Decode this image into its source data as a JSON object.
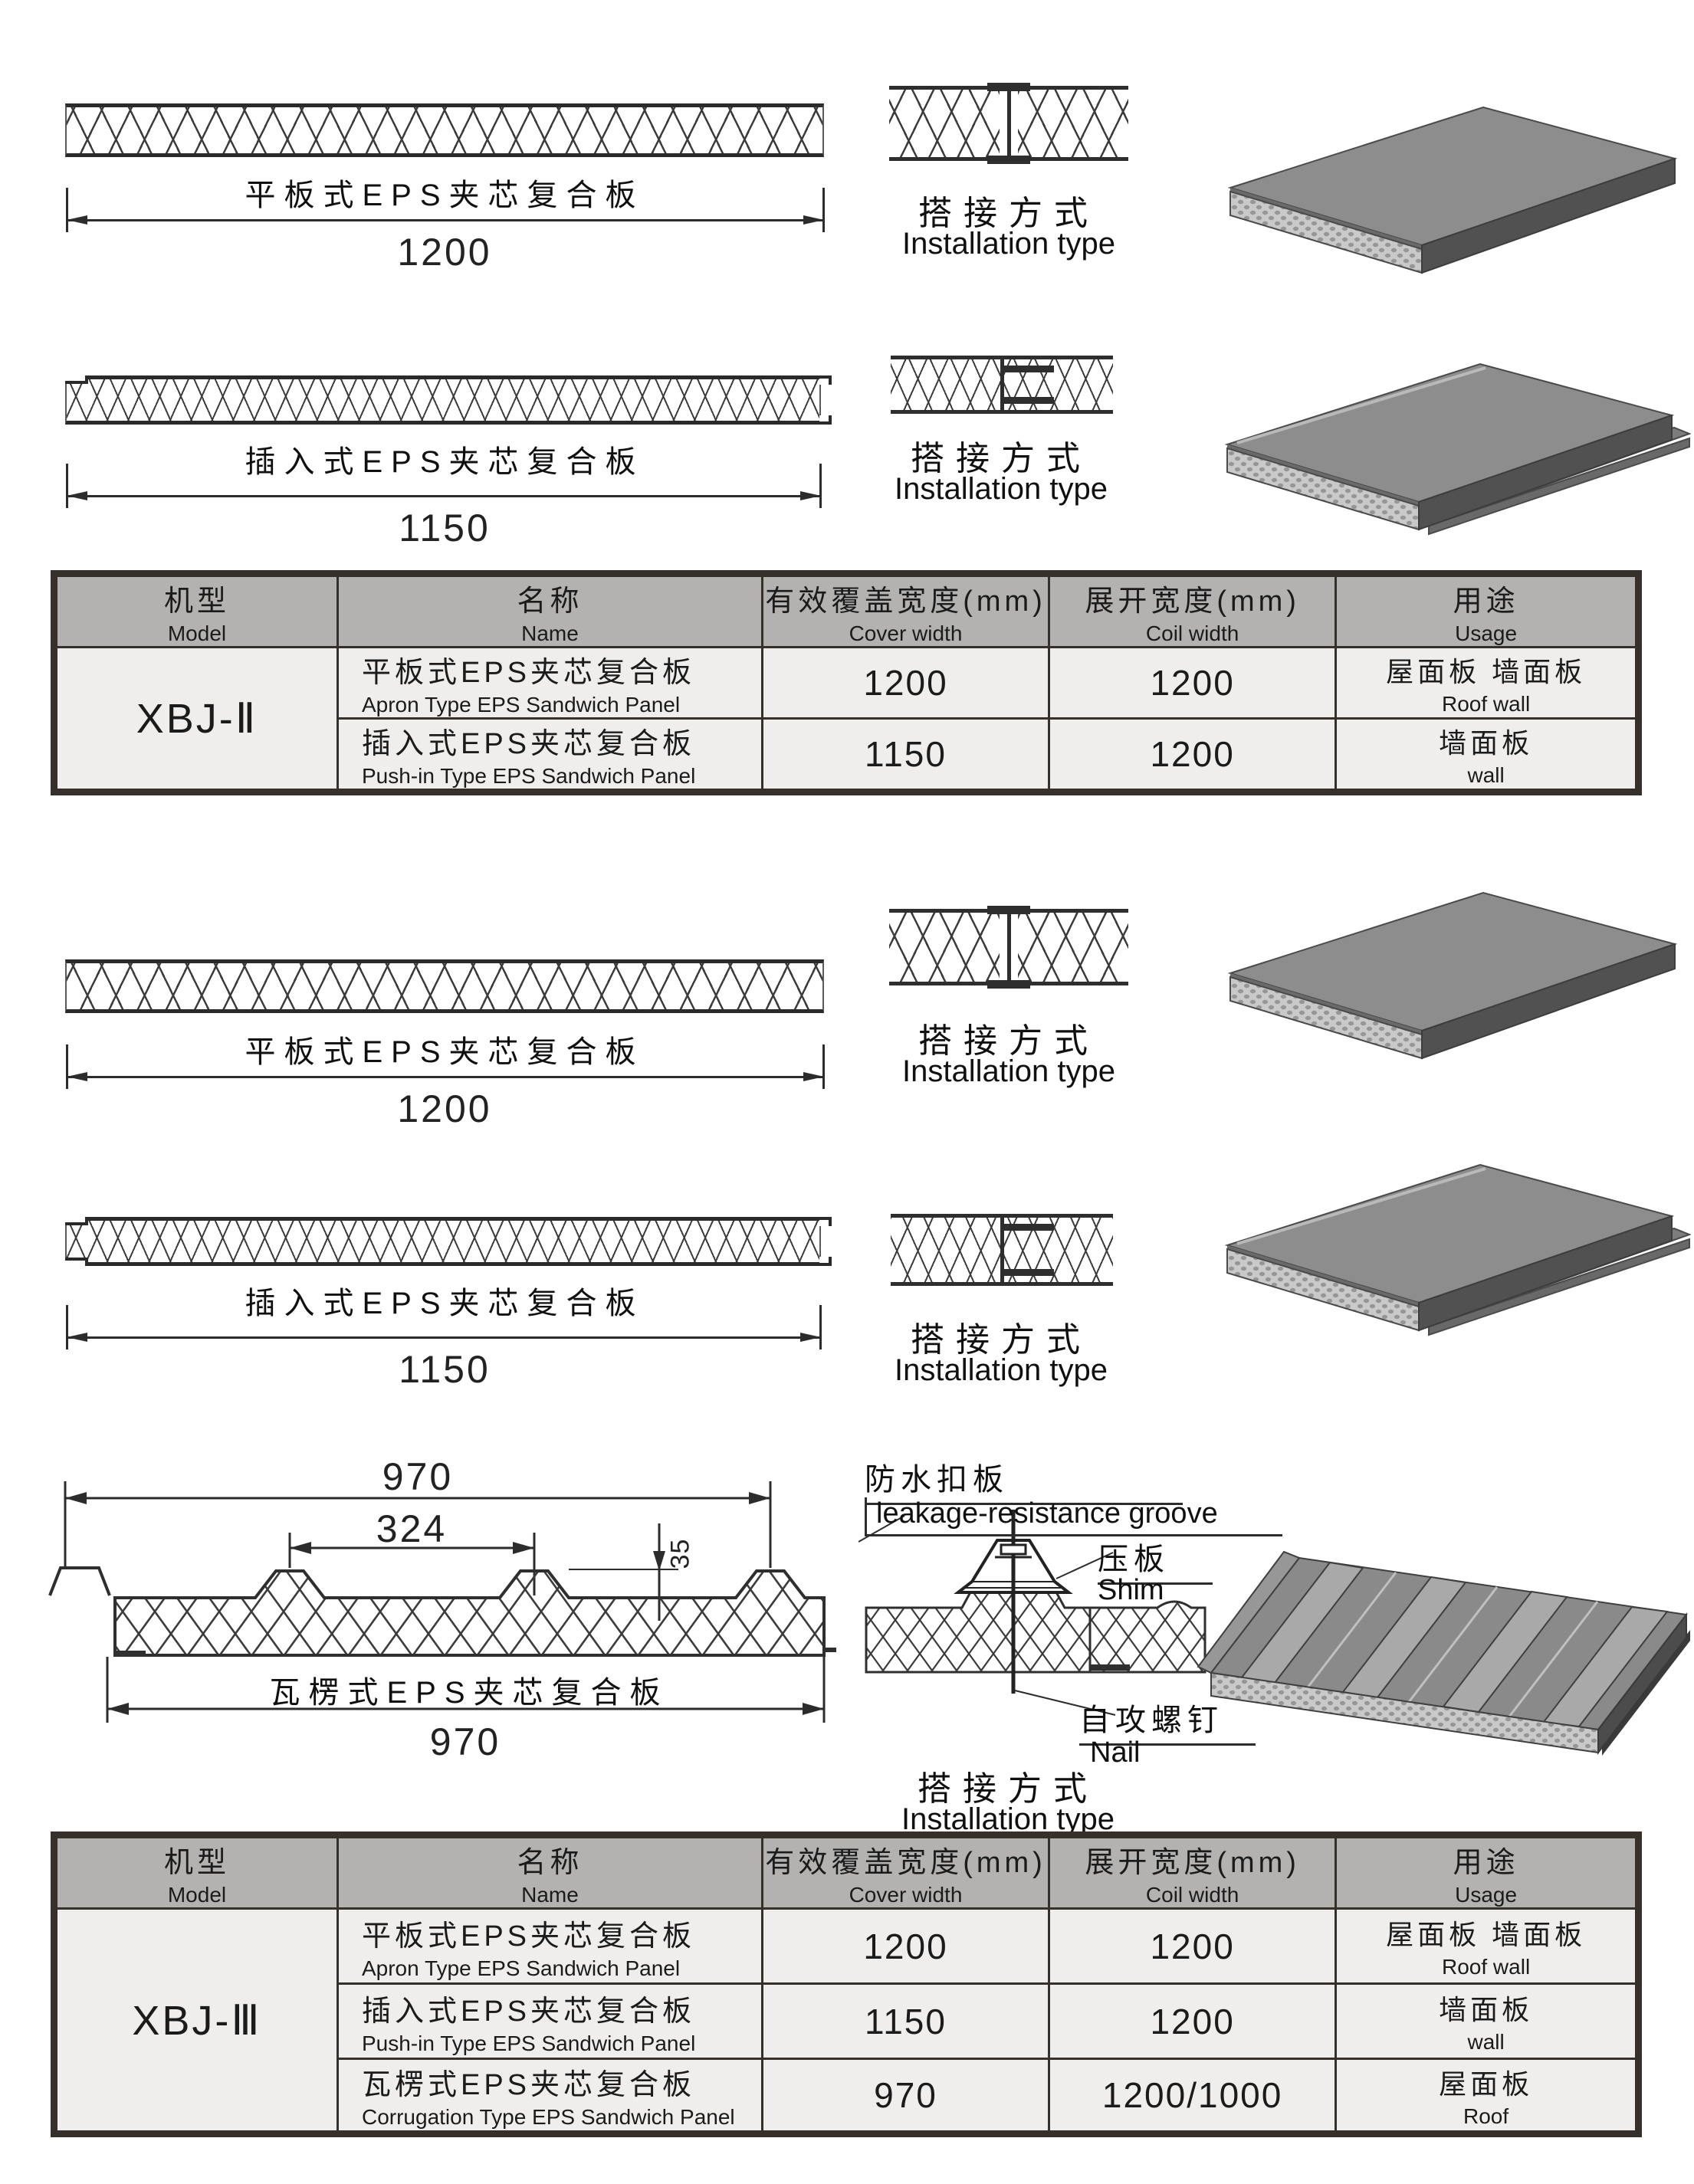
{
  "colors": {
    "line": "#2f2f2f",
    "table_border": "#36302a",
    "table_header_bg": "#b3b2b0",
    "table_row_bg": "#efeeec",
    "panel_top": "#8d8d8d",
    "panel_side": "#515151",
    "foam_bg": "#c9c9c9",
    "foam_dot": "#969696"
  },
  "sections": [
    {
      "panel_label": "平板式EPS夹芯复合板",
      "dimension": "1200",
      "install_caption_zh": "搭接方式",
      "install_caption_en": "Installation type"
    },
    {
      "panel_label": "插入式EPS夹芯复合板",
      "dimension": "1150",
      "install_caption_zh": "搭接方式",
      "install_caption_en": "Installation type"
    },
    {
      "panel_label": "平板式EPS夹芯复合板",
      "dimension": "1200",
      "install_caption_zh": "搭接方式",
      "install_caption_en": "Installation type"
    },
    {
      "panel_label": "插入式EPS夹芯复合板",
      "dimension": "1150",
      "install_caption_zh": "搭接方式",
      "install_caption_en": "Installation type"
    },
    {
      "panel_label": "瓦楞式EPS夹芯复合板",
      "dim_top": "970",
      "dim_inner": "324",
      "dim_height": "35",
      "dim_bottom": "970",
      "install_caption_zh": "搭接方式",
      "install_caption_en": "Installation type",
      "callouts": {
        "groove_zh": "防水扣板",
        "groove_en": "leakage-resistance groove",
        "shim_zh": "压板",
        "shim_en": "Shim",
        "nail_zh": "自攻螺钉",
        "nail_en": "Nail"
      }
    }
  ],
  "tables": [
    {
      "model": "XBJ-Ⅱ",
      "headers": [
        {
          "zh": "机型",
          "en": "Model"
        },
        {
          "zh": "名称",
          "en": "Name"
        },
        {
          "zh": "有效覆盖宽度(mm)",
          "en": "Cover width"
        },
        {
          "zh": "展开宽度(mm)",
          "en": "Coil width"
        },
        {
          "zh": "用途",
          "en": "Usage"
        }
      ],
      "rows": [
        {
          "name_zh": "平板式EPS夹芯复合板",
          "name_en": "Apron Type EPS Sandwich Panel",
          "cover_width": "1200",
          "coil_width": "1200",
          "usage_zh": "屋面板 墙面板",
          "usage_en": "Roof  wall"
        },
        {
          "name_zh": "插入式EPS夹芯复合板",
          "name_en": "Push-in Type EPS Sandwich Panel",
          "cover_width": "1150",
          "coil_width": "1200",
          "usage_zh": "墙面板",
          "usage_en": "wall"
        }
      ]
    },
    {
      "model": "XBJ-Ⅲ",
      "headers": [
        {
          "zh": "机型",
          "en": "Model"
        },
        {
          "zh": "名称",
          "en": "Name"
        },
        {
          "zh": "有效覆盖宽度(mm)",
          "en": "Cover width"
        },
        {
          "zh": "展开宽度(mm)",
          "en": "Coil width"
        },
        {
          "zh": "用途",
          "en": "Usage"
        }
      ],
      "rows": [
        {
          "name_zh": "平板式EPS夹芯复合板",
          "name_en": "Apron Type EPS Sandwich Panel",
          "cover_width": "1200",
          "coil_width": "1200",
          "usage_zh": "屋面板 墙面板",
          "usage_en": "Roof  wall"
        },
        {
          "name_zh": "插入式EPS夹芯复合板",
          "name_en": "Push-in Type EPS Sandwich Panel",
          "cover_width": "1150",
          "coil_width": "1200",
          "usage_zh": "墙面板",
          "usage_en": "wall"
        },
        {
          "name_zh": "瓦楞式EPS夹芯复合板",
          "name_en": "Corrugation Type EPS Sandwich Panel",
          "cover_width": "970",
          "coil_width": "1200/1000",
          "usage_zh": "屋面板",
          "usage_en": "Roof"
        }
      ]
    }
  ]
}
